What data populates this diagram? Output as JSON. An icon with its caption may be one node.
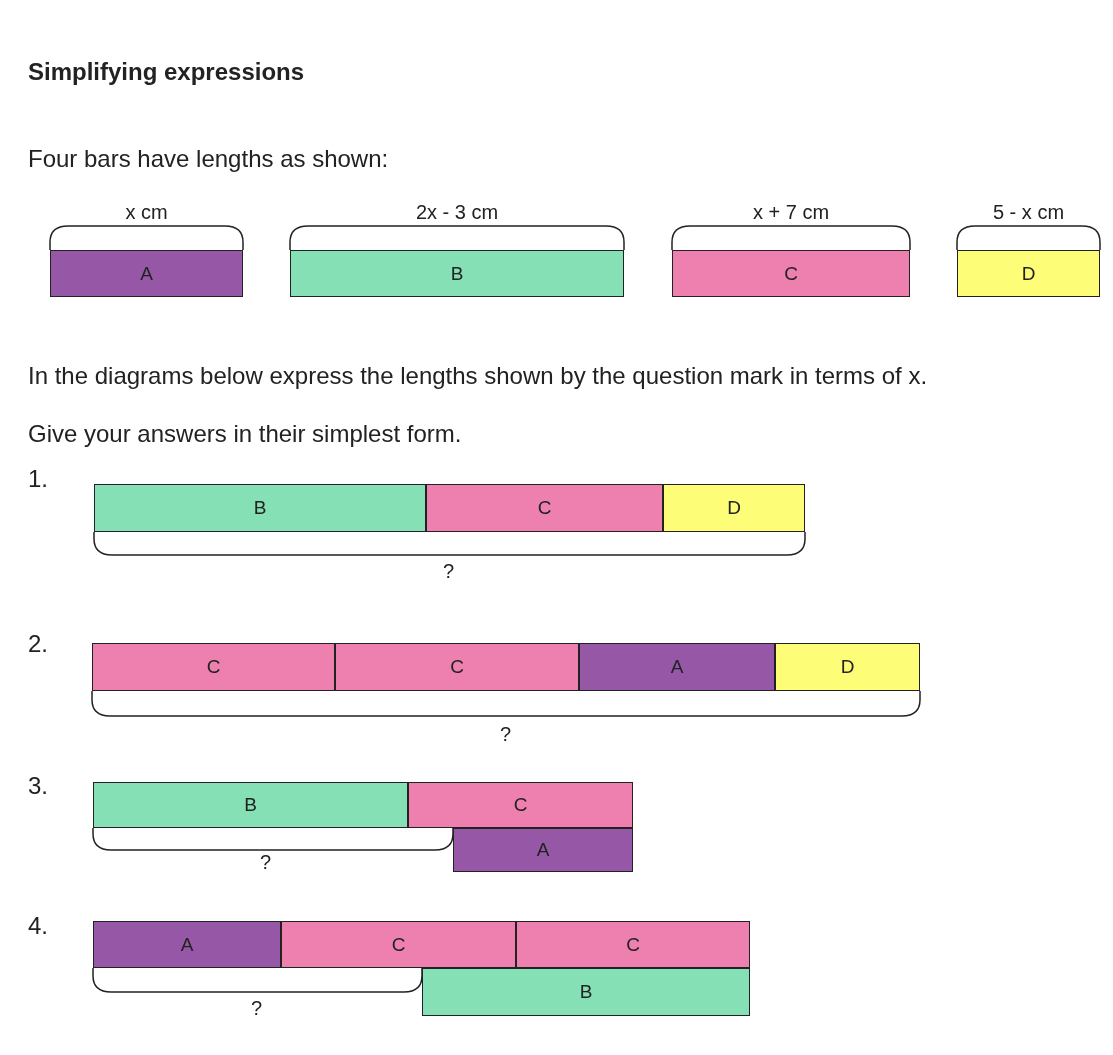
{
  "diagram": {
    "title": "Simplifying expressions",
    "nodes": [
      {
        "text": [
          "A"
        ],
        "beside": [
          "x cm"
        ]
      },
      {
        "text": [
          "B"
        ],
        "beside": [
          "2x - 3 cm"
        ]
      },
      {
        "text": [
          "C"
        ],
        "beside": [
          "x + 7 cm"
        ]
      },
      {
        "text": [
          "D"
        ],
        "beside": [
          "5 - x cm"
        ]
      },
      {
        "text": [
          "B"
        ]
      },
      {
        "text": [
          "C"
        ]
      },
      {
        "text": [
          "D"
        ]
      },
      {
        "text": [
          "C"
        ]
      },
      {
        "text": [
          "C"
        ]
      },
      {
        "text": [
          "A"
        ]
      },
      {
        "text": [
          "D"
        ]
      },
      {
        "text": [
          "B"
        ]
      },
      {
        "text": [
          "C"
        ]
      },
      {
        "text": [
          "A"
        ]
      },
      {
        "text": [
          "A"
        ]
      },
      {
        "text": [
          "C"
        ]
      },
      {
        "text": [
          "C"
        ]
      },
      {
        "text": [
          "B"
        ]
      }
    ],
    "labels": [
      "Four bars have lengths as shown:",
      "In the diagrams below express the lengths shown by the question mark in terms of x.",
      "Give your answers in their simplest form.",
      "1.",
      "?",
      "2.",
      "?",
      "3.",
      "?",
      "4.",
      "?"
    ]
  }
}
